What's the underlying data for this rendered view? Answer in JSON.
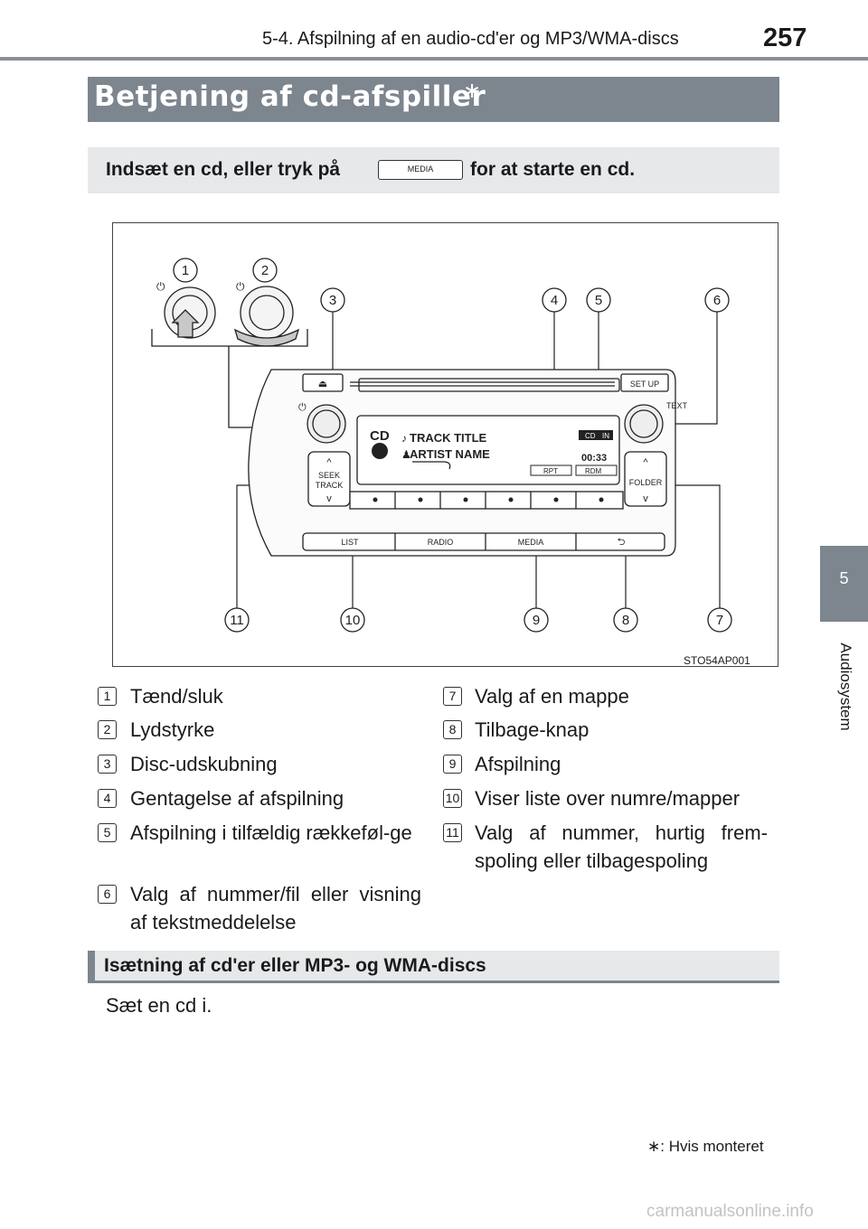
{
  "header": {
    "section": "5-4. Afspilning af en audio-cd'er og MP3/WMA-discs",
    "page_number": "257"
  },
  "side_tab": {
    "number": "5",
    "label": "Audiosystem"
  },
  "title": {
    "text": "Betjening af cd-afspiller",
    "star": "∗"
  },
  "instruction": {
    "before": "Indsæt en cd, eller tryk på",
    "button": "MEDIA",
    "after": "for at starte en cd."
  },
  "figure": {
    "code": "STO54AP001",
    "callouts": [
      "1",
      "2",
      "3",
      "4",
      "5",
      "6",
      "7",
      "8",
      "9",
      "10",
      "11"
    ],
    "panel_labels": {
      "setup": "SET UP",
      "text": "TEXT",
      "seek": "SEEK",
      "track": "TRACK",
      "folder": "FOLDER",
      "display_cd": "CD",
      "track_title": "TRACK TITLE",
      "artist_name": "ARTIST NAME",
      "badge_cd": "CD",
      "badge_in": "IN",
      "time": "00:33",
      "rpt": "RPT",
      "rdm": "RDM",
      "list": "LIST",
      "radio": "RADIO",
      "media": "MEDIA",
      "back": "⮌"
    }
  },
  "legend": [
    {
      "num": "1",
      "text": "Tænd/sluk"
    },
    {
      "num": "2",
      "text": "Lydstyrke"
    },
    {
      "num": "3",
      "text": "Disc-udskubning"
    },
    {
      "num": "4",
      "text": "Gentagelse af afspilning"
    },
    {
      "num": "5",
      "text": "Afspilning i tilfældig rækkeføl-ge"
    },
    {
      "num": "6",
      "text": "Valg af nummer/fil eller visning af tekstmeddelelse"
    },
    {
      "num": "7",
      "text": "Valg af en mappe"
    },
    {
      "num": "8",
      "text": "Tilbage-knap"
    },
    {
      "num": "9",
      "text": "Afspilning"
    },
    {
      "num": "10",
      "text": "Viser liste over numre/mapper"
    },
    {
      "num": "11",
      "text": "Valg af nummer, hurtig frem-spoling eller tilbagespoling"
    }
  ],
  "subsection": {
    "title": "Isætning af cd'er eller MP3- og WMA-discs",
    "body": "Sæt en cd i."
  },
  "footnote": "∗: Hvis monteret",
  "watermark": "carmanualsonline.info"
}
